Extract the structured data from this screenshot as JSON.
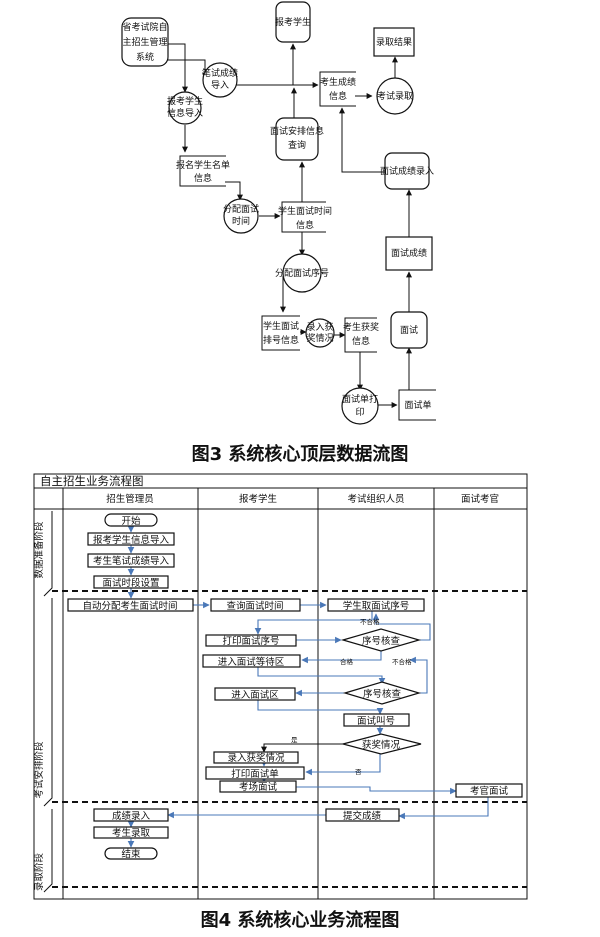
{
  "figure3": {
    "caption": "图3 系统核心顶层数据流图",
    "nodes": {
      "shengkaoshi": [
        "省考试院自",
        "主招生管理",
        "系统"
      ],
      "baokao": [
        "报考学生"
      ],
      "luqu_result": [
        "录取结果"
      ],
      "bishi_import": [
        "笔试成绩",
        "导入"
      ],
      "kaosheng_score": [
        "考生成绩",
        "信息"
      ],
      "kaoshi_luqu": [
        "考试录取"
      ],
      "student_import": [
        "报考学生",
        "信息导入"
      ],
      "mianshi_query": [
        "面试安排信息",
        "查询"
      ],
      "baoming_mingdan": [
        "报名学生名单",
        "信息"
      ],
      "mianshi_score_entry": [
        "面试成绩录入"
      ],
      "fenpei_time": [
        "分配面试",
        "时间"
      ],
      "student_time": [
        "学生面试时间",
        "信息"
      ],
      "fenpei_seq": [
        "分配面试序号"
      ],
      "mianshi_score": [
        "面试成绩"
      ],
      "paihao": [
        "学生面试",
        "排号信息"
      ],
      "luru_award": [
        "录入获",
        "奖情况"
      ],
      "award": [
        "考生获奖",
        "信息"
      ],
      "mianshi": [
        "面试"
      ],
      "print_sheet": [
        "面试单打",
        "印"
      ],
      "sheet": [
        "面试单"
      ]
    }
  },
  "figure4": {
    "title": "自主招生业务流程图",
    "caption": "图4 系统核心业务流程图",
    "lanes": [
      "招生管理员",
      "报考学生",
      "考试组织人员",
      "面试考官"
    ],
    "phases": [
      "数据准备阶段",
      "考试安排阶段",
      "录取阶段"
    ],
    "steps": {
      "start": "开始",
      "import_info": "报考学生信息导入",
      "import_score": "考生笔试成绩导入",
      "set_slots": "面试时段设置",
      "auto_assign": "自动分配考生面试时间",
      "query_time": "查询面试时间",
      "take_seq": "学生取面试序号",
      "print_seq": "打印面试序号",
      "check1": "序号核查",
      "wait_room": "进入面试等待区",
      "enter_room": "进入面试区",
      "check2": "序号核查",
      "call": "面试叫号",
      "award_check": "获奖情况",
      "enter_award": "录入获奖情况",
      "print_sheet": "打印面试单",
      "exam_interview": "考场面试",
      "examiner_interview": "考官面试",
      "submit_score": "提交成绩",
      "score_entry": "成绩录入",
      "admit": "考生录取",
      "end": "结束"
    },
    "edge_labels": {
      "fail": "不合格",
      "pass": "合格",
      "fail2": "不合格",
      "yes": "是",
      "no": "否"
    }
  }
}
